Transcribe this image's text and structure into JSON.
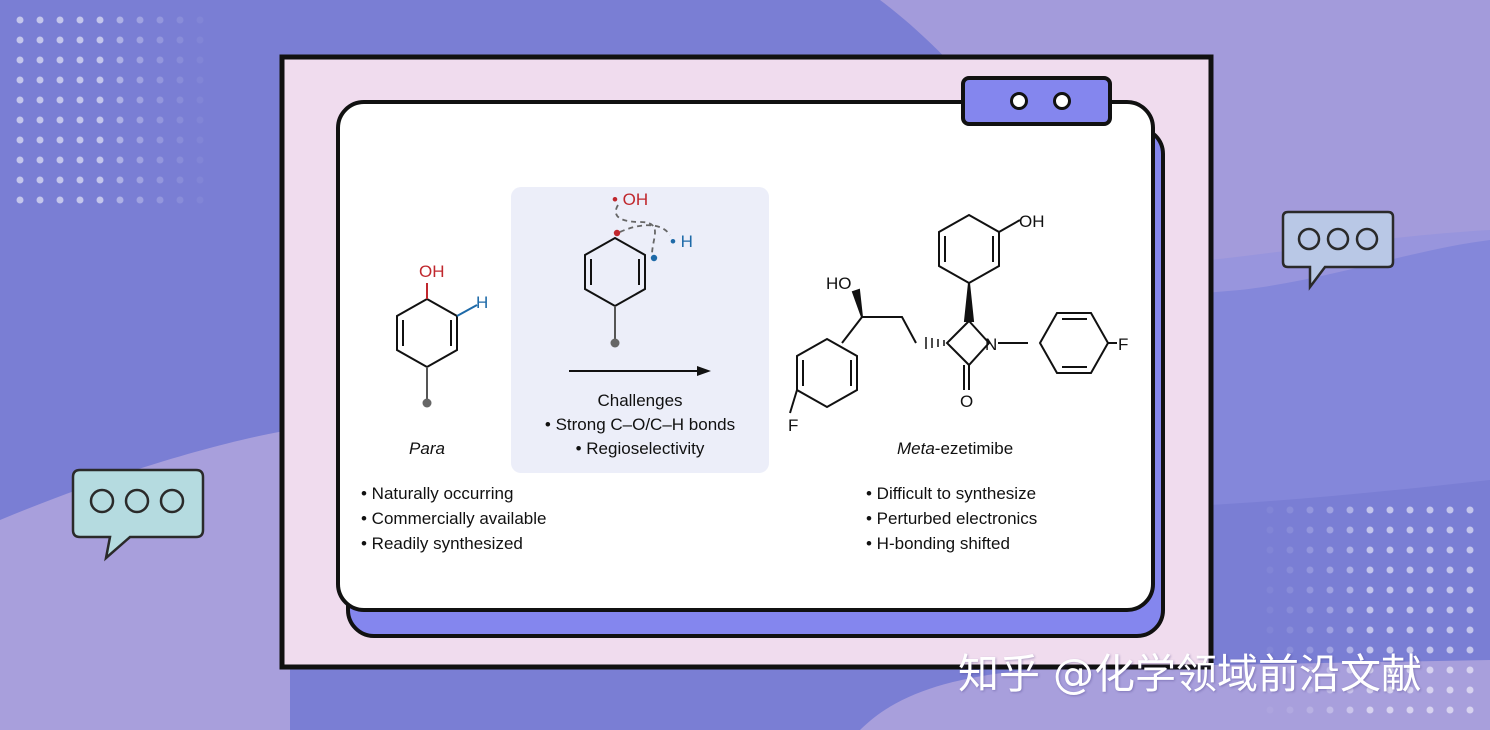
{
  "colors": {
    "background": "#7a7ed4",
    "background_light": "#a89fdc",
    "frame_fill": "#f0dcee",
    "card_shadow": "#8486ee",
    "titlebar": "#8486ee",
    "challenge_box": "#eceef9",
    "oxygen_red": "#c0272d",
    "hydrogen_blue": "#1e6aa8"
  },
  "diagram": {
    "para": {
      "oh_label": "OH",
      "h_label": "H",
      "caption": "Para",
      "bullets": [
        "• Naturally occurring",
        "• Commercially available",
        "• Readily synthesized"
      ]
    },
    "challenges": {
      "oh_label": "• OH",
      "h_label": "• H",
      "title": "Challenges",
      "items": [
        "• Strong C–O/C–H bonds",
        "• Regioselectivity"
      ]
    },
    "meta": {
      "oh_label": "OH",
      "ho_label": "HO",
      "n_label": "N",
      "o_label": "O",
      "f_left": "F",
      "f_right": "F",
      "caption_italic": "Meta",
      "caption_rest": "-ezetimibe",
      "bullets": [
        "• Difficult to synthesize",
        "• Perturbed electronics",
        "• H-bonding shifted"
      ]
    }
  },
  "watermark": "知乎 @化学领域前沿文献"
}
